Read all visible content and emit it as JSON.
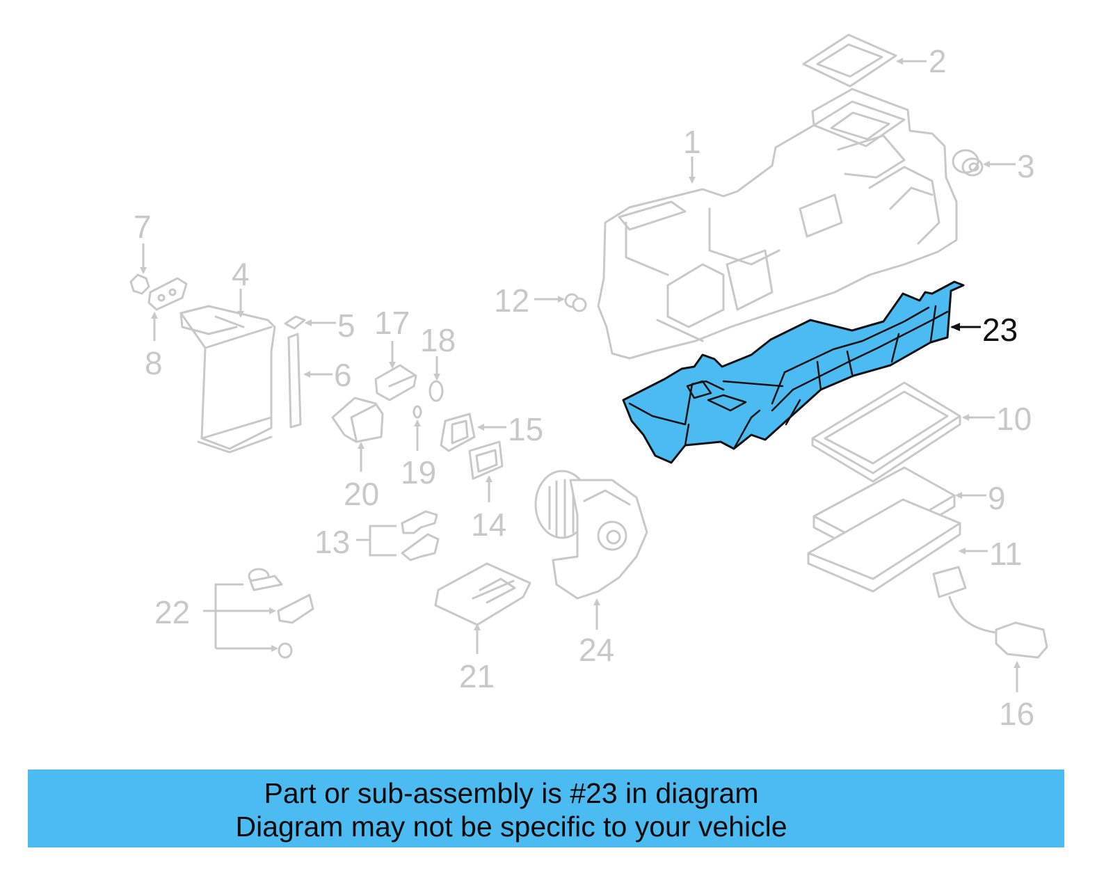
{
  "diagram": {
    "highlight_color": "#4bbbf2",
    "part_line_color": "#c8c8c8",
    "highlighted_part": "23",
    "callouts": {
      "c1": "1",
      "c2": "2",
      "c3": "3",
      "c4": "4",
      "c5": "5",
      "c6": "6",
      "c7": "7",
      "c8": "8",
      "c9": "9",
      "c10": "10",
      "c11": "11",
      "c12": "12",
      "c13": "13",
      "c14": "14",
      "c15": "15",
      "c16": "16",
      "c17": "17",
      "c18": "18",
      "c19": "19",
      "c20": "20",
      "c21": "21",
      "c22": "22",
      "c23": "23",
      "c24": "24"
    }
  },
  "banner": {
    "line1": "Part or sub-assembly is #23 in diagram",
    "line2": "Diagram may not be specific to your vehicle"
  }
}
